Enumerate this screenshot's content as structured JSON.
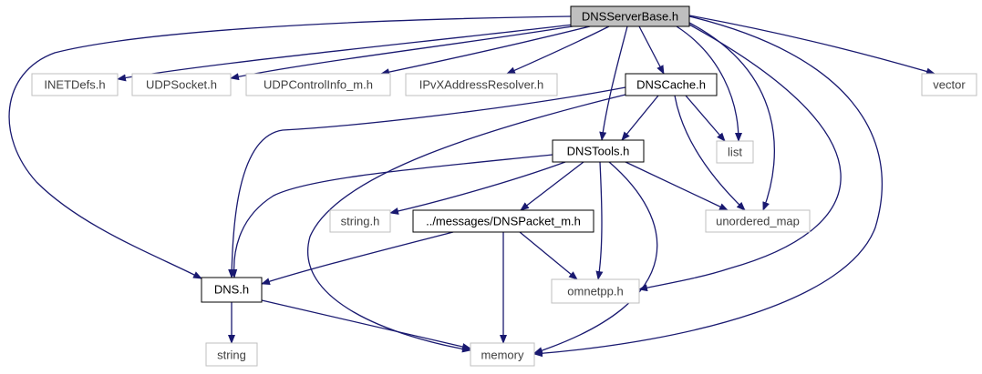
{
  "diagram": {
    "colors": {
      "edge": "#191970",
      "documented_border": "#000000",
      "undocumented_border": "#bfbfbf",
      "root_fill": "#bfbfbf",
      "node_fill": "#ffffff",
      "documented_text": "#000000",
      "undocumented_text": "#404040"
    },
    "nodes": {
      "root": {
        "label": "DNSServerBase.h",
        "kind": "root"
      },
      "inetdefs": {
        "label": "INETDefs.h",
        "kind": "undocumented"
      },
      "udpsocket": {
        "label": "UDPSocket.h",
        "kind": "undocumented"
      },
      "udpcontrol": {
        "label": "UDPControlInfo_m.h",
        "kind": "undocumented"
      },
      "ipvx": {
        "label": "IPvXAddressResolver.h",
        "kind": "undocumented"
      },
      "dnscache": {
        "label": "DNSCache.h",
        "kind": "documented"
      },
      "vector": {
        "label": "vector",
        "kind": "undocumented"
      },
      "dnstools": {
        "label": "DNSTools.h",
        "kind": "documented"
      },
      "list": {
        "label": "list",
        "kind": "undocumented"
      },
      "stringh": {
        "label": "string.h",
        "kind": "undocumented"
      },
      "dnspacket": {
        "label": "../messages/DNSPacket_m.h",
        "kind": "documented"
      },
      "unordered": {
        "label": "unordered_map",
        "kind": "undocumented"
      },
      "dnsh": {
        "label": "DNS.h",
        "kind": "documented"
      },
      "omnetpp": {
        "label": "omnetpp.h",
        "kind": "undocumented"
      },
      "string": {
        "label": "string",
        "kind": "undocumented"
      },
      "memory": {
        "label": "memory",
        "kind": "undocumented"
      }
    },
    "edges": [
      {
        "from": "root",
        "to": "dnsh"
      },
      {
        "from": "root",
        "to": "inetdefs"
      },
      {
        "from": "root",
        "to": "udpsocket"
      },
      {
        "from": "root",
        "to": "udpcontrol"
      },
      {
        "from": "root",
        "to": "ipvx"
      },
      {
        "from": "root",
        "to": "dnscache"
      },
      {
        "from": "root",
        "to": "dnstools"
      },
      {
        "from": "root",
        "to": "list"
      },
      {
        "from": "root",
        "to": "unordered"
      },
      {
        "from": "root",
        "to": "omnetpp"
      },
      {
        "from": "root",
        "to": "memory"
      },
      {
        "from": "root",
        "to": "vector"
      },
      {
        "from": "dnscache",
        "to": "dnsh"
      },
      {
        "from": "dnscache",
        "to": "dnstools"
      },
      {
        "from": "dnscache",
        "to": "list"
      },
      {
        "from": "dnscache",
        "to": "unordered"
      },
      {
        "from": "dnscache",
        "to": "memory"
      },
      {
        "from": "dnstools",
        "to": "dnsh"
      },
      {
        "from": "dnstools",
        "to": "stringh"
      },
      {
        "from": "dnstools",
        "to": "dnspacket"
      },
      {
        "from": "dnstools",
        "to": "omnetpp"
      },
      {
        "from": "dnstools",
        "to": "unordered"
      },
      {
        "from": "dnstools",
        "to": "memory"
      },
      {
        "from": "dnspacket",
        "to": "dnsh"
      },
      {
        "from": "dnspacket",
        "to": "omnetpp"
      },
      {
        "from": "dnspacket",
        "to": "memory"
      },
      {
        "from": "dnsh",
        "to": "string"
      },
      {
        "from": "dnsh",
        "to": "memory"
      }
    ]
  }
}
